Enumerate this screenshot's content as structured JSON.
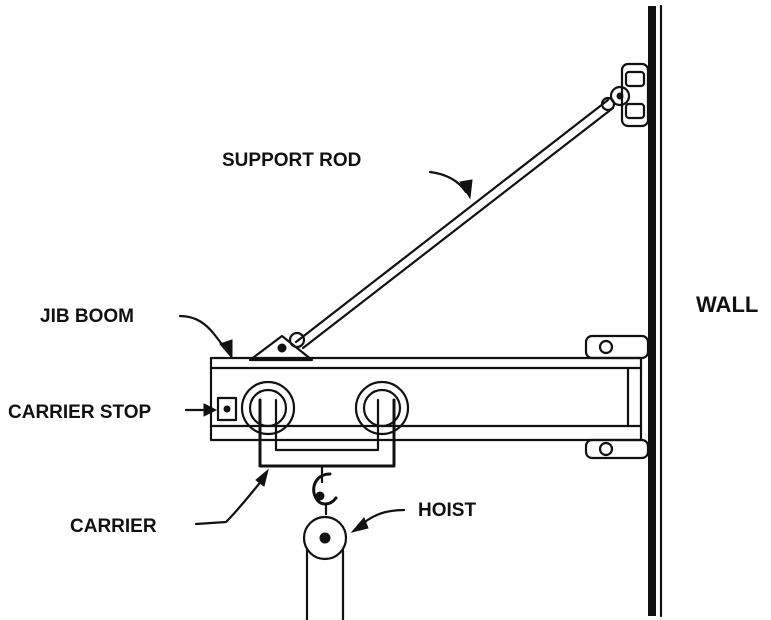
{
  "labels": {
    "support_rod": "SUPPORT ROD",
    "jib_boom": "JIB BOOM",
    "carrier_stop": "CARRIER STOP",
    "carrier": "CARRIER",
    "hoist": "HOIST",
    "wall": "WALL"
  }
}
